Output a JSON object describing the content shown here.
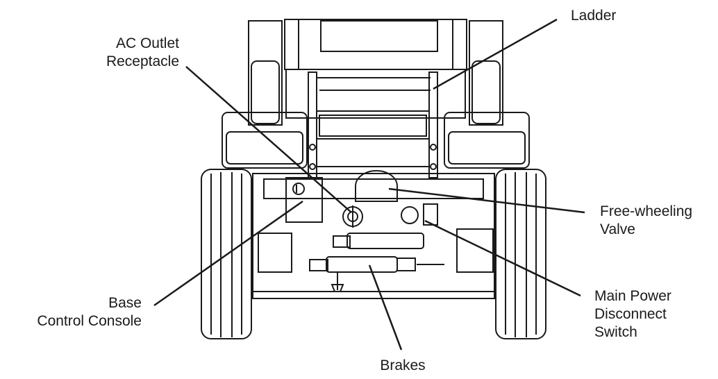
{
  "labels": {
    "ladder": "Ladder",
    "ac_outlet_line1": "AC Outlet",
    "ac_outlet_line2": "Receptacle",
    "free_wheeling_line1": "Free-wheeling",
    "free_wheeling_line2": "Valve",
    "base_control_line1": "Base",
    "base_control_line2": "Control Console",
    "main_power_line1": "Main Power",
    "main_power_line2": "Disconnect",
    "main_power_line3": "Switch",
    "brakes": "Brakes"
  },
  "colors": {
    "line": "#1a1a1a",
    "fill_dark": "#333333",
    "fill_light": "#ffffff"
  }
}
